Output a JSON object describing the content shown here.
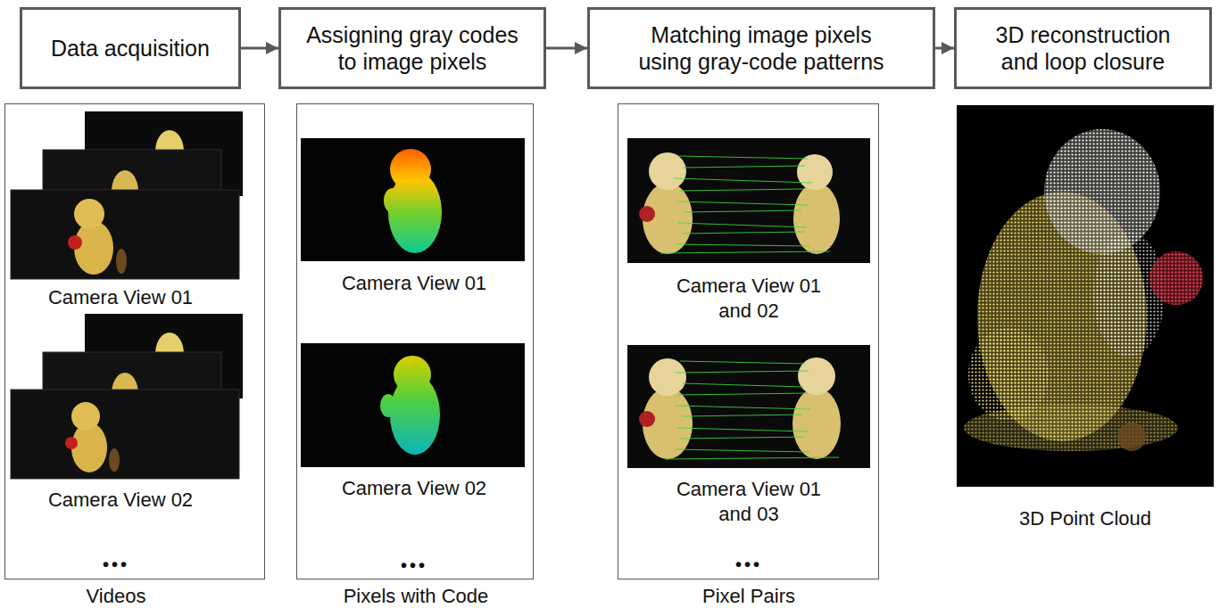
{
  "diagram": {
    "nodes": [
      {
        "text": [
          "Data acquisition"
        ]
      },
      {
        "text": [
          "Assigning gray codes to image pixels"
        ]
      },
      {
        "text": [
          "Matching image pixels using gray-code patterns"
        ]
      },
      {
        "text": [
          "3D reconstruction and loop closure"
        ]
      },
      {
        "text": [
          "Camera View 01",
          "Camera View 02",
          "•••",
          "Videos"
        ]
      },
      {
        "text": [
          "Camera View 01",
          "Camera View 02",
          "•••",
          "Pixels with Code"
        ]
      },
      {
        "text": [
          "Camera View 01 and 02",
          "Camera View 01 and 03",
          "•••",
          "Pixel Pairs"
        ]
      }
    ],
    "edges": [
      {
        "from": 0,
        "to": 1,
        "arrow": "to"
      },
      {
        "from": 1,
        "to": 2,
        "arrow": "to"
      },
      {
        "from": 2,
        "to": 3,
        "arrow": "to"
      }
    ],
    "labels": [
      "3D Point Cloud"
    ]
  }
}
